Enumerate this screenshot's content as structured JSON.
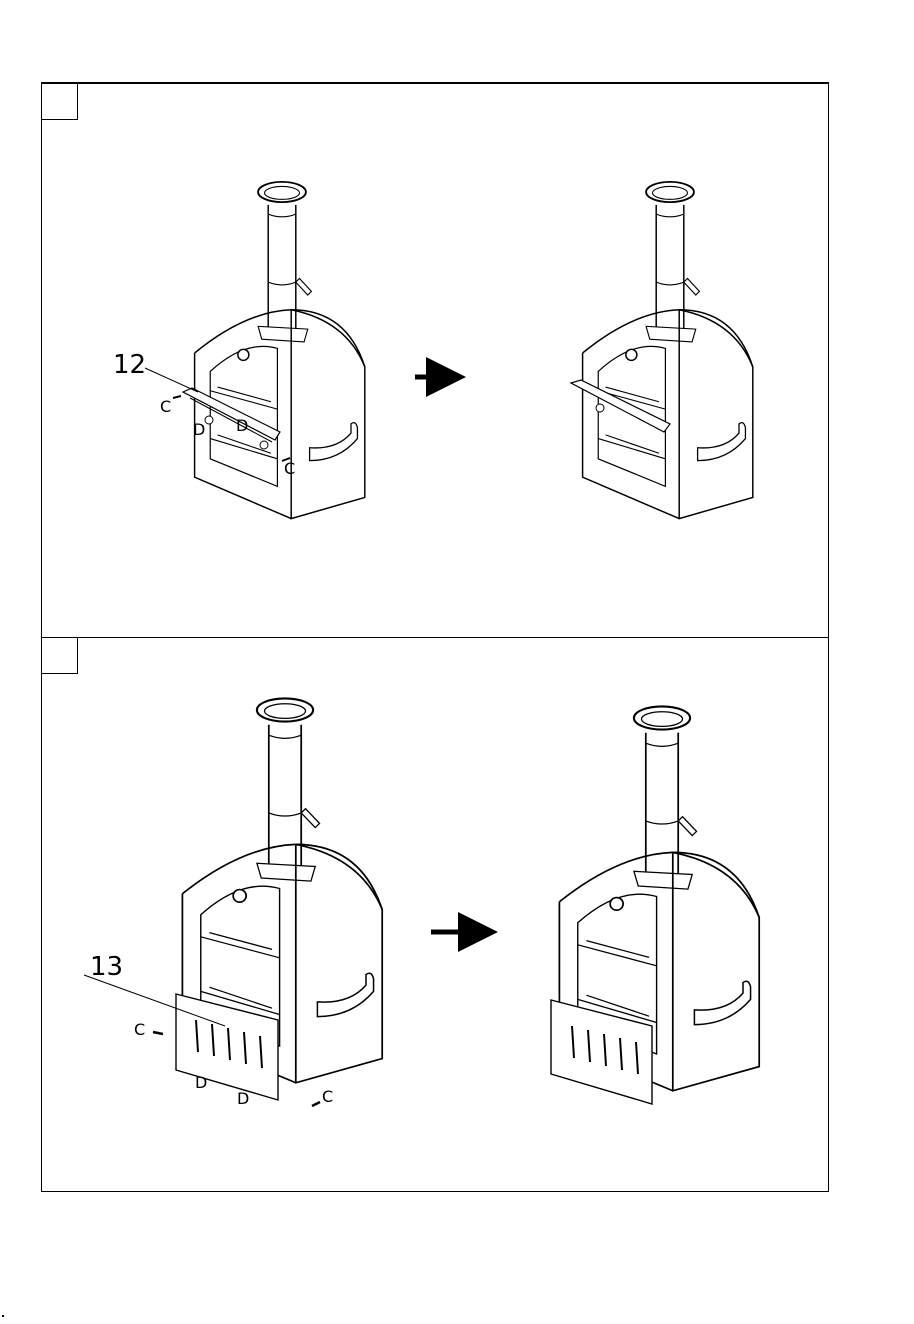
{
  "panels": [
    {
      "part_number": "12",
      "labels": {
        "c1": "C",
        "c2": "C",
        "d1": "D",
        "d2": "D"
      }
    },
    {
      "part_number": "13",
      "labels": {
        "c1": "C",
        "c2": "C",
        "d1": "D",
        "d2": "D"
      }
    }
  ],
  "icons": {
    "arrow": "right-arrow-icon"
  }
}
